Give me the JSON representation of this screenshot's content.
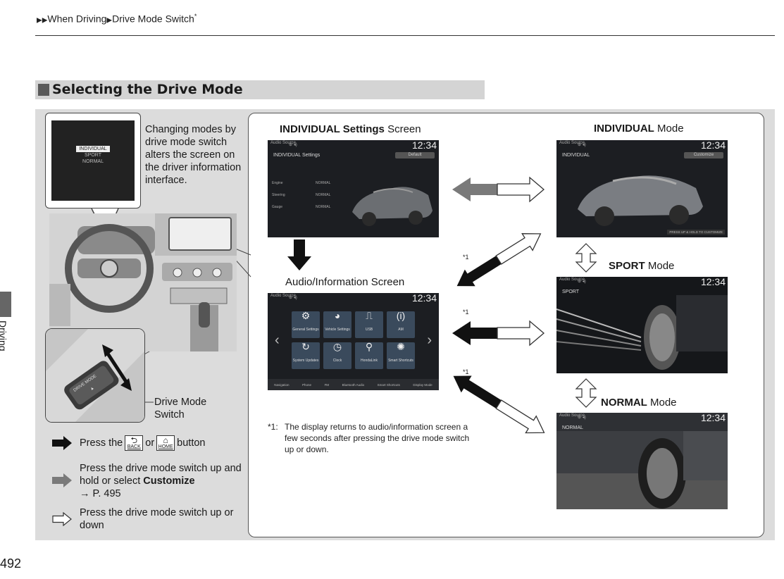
{
  "header": {
    "breadcrumb": [
      "When Driving",
      "Drive Mode Switch"
    ],
    "breadcrumb_marker": "*"
  },
  "section_title": "Selecting the Drive Mode",
  "side_tab_label": "Driving",
  "page_number": "492",
  "callout": {
    "modes": [
      "INDIVIDUAL",
      "SPORT",
      "NORMAL"
    ],
    "text": "Changing modes by drive mode switch alters the screen on the driver information interface."
  },
  "switch_label": [
    "Drive Mode",
    "Switch"
  ],
  "legend": {
    "press_the": "Press the",
    "or": "or",
    "button": "button",
    "back_cap": "BACK",
    "home_cap": "HOME",
    "hold_text_1": "Press the drive mode switch up and hold or select",
    "hold_bold": "Customize",
    "hold_ref": "→ P. 495",
    "updown_text": "Press the drive mode switch up or down"
  },
  "screens": {
    "individual_settings": {
      "title_bold": "INDIVIDUAL Settings",
      "title_rest": " Screen",
      "clock": "12:34",
      "source": "Audio Source",
      "name": "INDIVIDUAL Settings",
      "button": "Default",
      "rows": [
        {
          "label": "Engine",
          "value": "NORMAL"
        },
        {
          "label": "Steering",
          "value": "NORMAL"
        },
        {
          "label": "Gauge",
          "value": "NORMAL"
        }
      ]
    },
    "audio_info": {
      "title": "Audio/Information Screen",
      "clock": "12:34",
      "source": "Audio Source",
      "apps": [
        "General Settings",
        "Vehicle Settings",
        "USB",
        "AM",
        "System Updates",
        "Clock",
        "HondaLink",
        "Smart Shortcuts"
      ],
      "dock": [
        "Navigation",
        "Phone",
        "FM",
        "Bluetooth Audio",
        "Smart Shortcuts",
        "Display Mode"
      ]
    },
    "individual_mode": {
      "title_bold": "INDIVIDUAL",
      "title_rest": " Mode",
      "clock": "12:34",
      "source": "Audio Source",
      "name": "INDIVIDUAL",
      "button": "Customize",
      "hint": "PRESS UP & HOLD TO CUSTOMIZE"
    },
    "sport_mode": {
      "title_bold": "SPORT",
      "title_rest": " Mode",
      "clock": "12:34",
      "source": "Audio Source",
      "name": "SPORT"
    },
    "normal_mode": {
      "title_bold": "NORMAL",
      "title_rest": " Mode",
      "clock": "12:34",
      "source": "Audio Source",
      "name": "NORMAL"
    }
  },
  "footnote_marker": "*1",
  "footnote": {
    "number": "*1:",
    "text": "The display returns to audio/information screen a few seconds after pressing the drive mode switch up or down."
  },
  "colors": {
    "section_bar": "#d4d4d4",
    "panel_bg": "#dcdcdc",
    "arrow_black": "#111111",
    "arrow_grey": "#7a7a7a",
    "screen_bg": "#1c1e22"
  }
}
